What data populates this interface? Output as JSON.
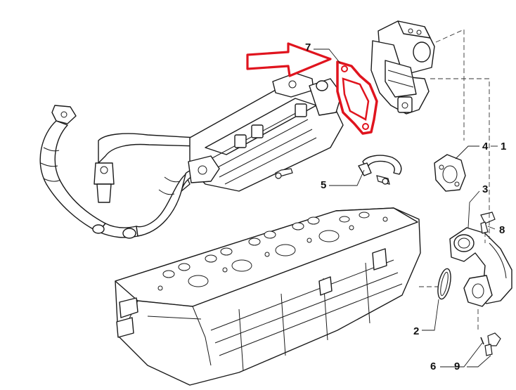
{
  "callouts": {
    "c1": "1",
    "c2": "2",
    "c3": "3",
    "c4": "4",
    "c5": "5",
    "c6": "6",
    "c7": "7",
    "c8": "8",
    "c9": "9"
  },
  "colors": {
    "highlight": "#e0141e",
    "line": "#1a1a1a",
    "background": "#ffffff"
  },
  "highlighted_part": "7"
}
